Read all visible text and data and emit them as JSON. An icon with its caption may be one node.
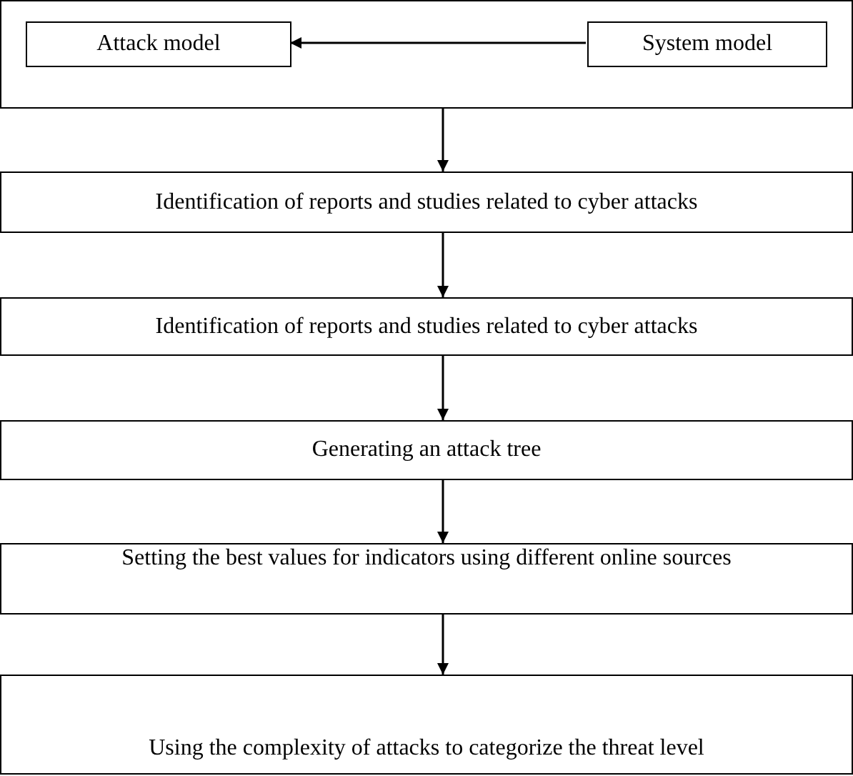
{
  "diagram": {
    "nodes": [
      {
        "text": [],
        "shape": "box"
      },
      {
        "text": [
          "Attack model"
        ],
        "in": 0
      },
      {
        "text": [
          "System model"
        ],
        "in": 0
      },
      {
        "text": [
          "Identification of reports and studies related to cyber attacks"
        ]
      },
      {
        "text": [
          "Identification of reports and studies related to cyber attacks"
        ]
      },
      {
        "text": [
          "Generating an attack tree"
        ]
      },
      {
        "text": [
          "Setting the best values for indicators using different online sources"
        ]
      },
      {
        "text": [
          "Using the complexity of attacks to categorize the threat level"
        ]
      }
    ],
    "edges": [
      {
        "from": 2,
        "to": 1,
        "arrow": "to"
      },
      {
        "from": 0,
        "to": 3,
        "arrow": "to"
      },
      {
        "from": 3,
        "to": 4,
        "arrow": "to"
      },
      {
        "from": 4,
        "to": 5,
        "arrow": "to"
      },
      {
        "from": 5,
        "to": 6,
        "arrow": "to"
      },
      {
        "from": 6,
        "to": 7,
        "arrow": "to"
      }
    ]
  }
}
